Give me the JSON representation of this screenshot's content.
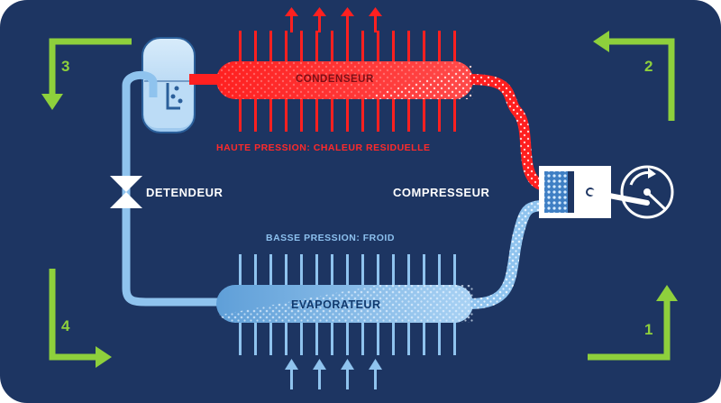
{
  "labels": {
    "condenser": "CONDENSEUR",
    "high_pressure": "HAUTE PRESSION: CHALEUR RESIDUELLE",
    "expansion_valve": "DETENDEUR",
    "compressor": "COMPRESSEUR",
    "low_pressure": "BASSE PRESSION: FROID",
    "evaporator": "EVAPORATEUR"
  },
  "steps": {
    "one": "1",
    "two": "2",
    "three": "3",
    "four": "4"
  },
  "colors": {
    "background": "#1d3562",
    "hot": "#ff1f1f",
    "cold": "#8fc3ee",
    "step_arrow": "#8ed03c"
  },
  "icons": [
    "heat-out-arrow-icon",
    "cold-in-arrow-icon",
    "step-arrow-icon",
    "valve-icon",
    "compressor-icon",
    "gauge-icon",
    "reservoir-icon"
  ]
}
